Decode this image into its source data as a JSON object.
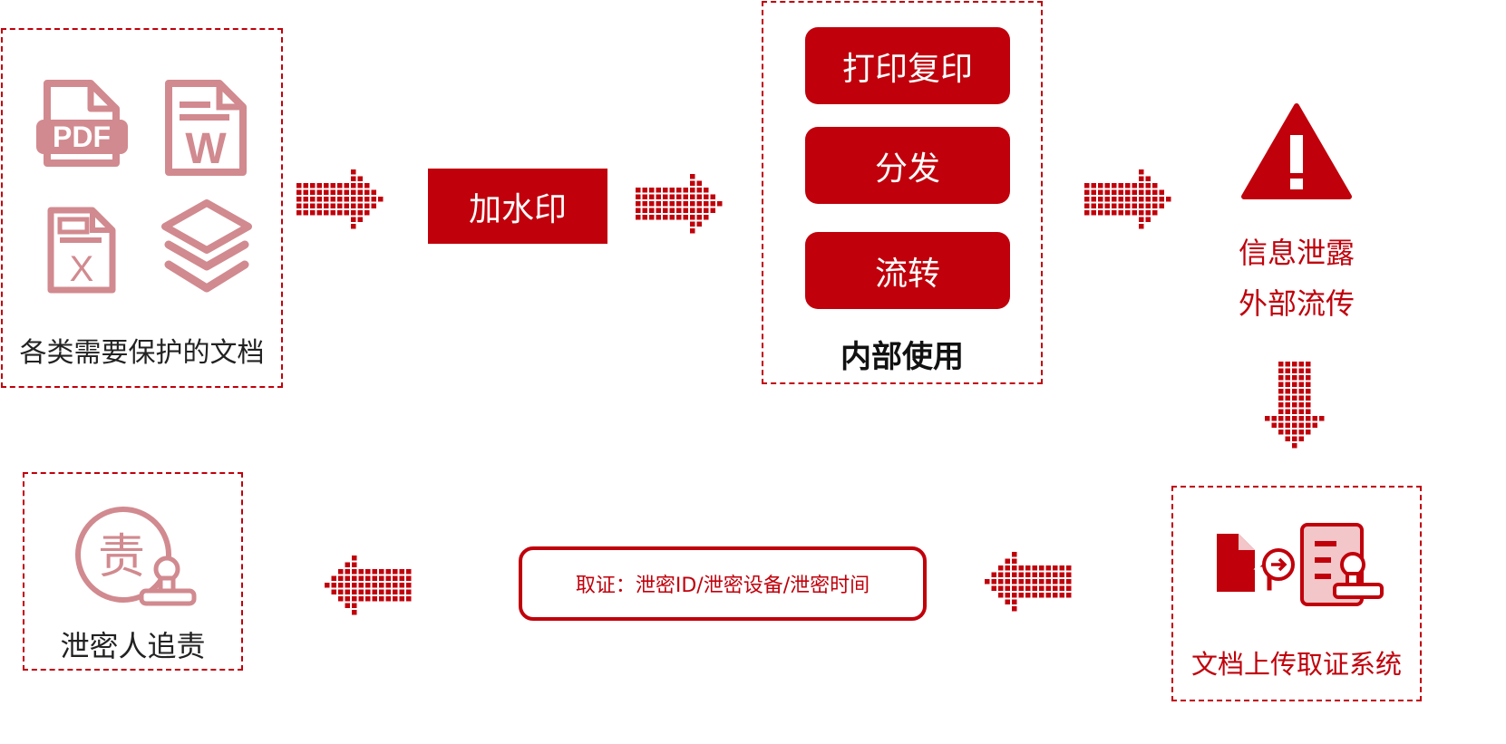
{
  "colors": {
    "accent": "#c0000b",
    "icon_pink": "#d18a8f",
    "text_dark": "#222222"
  },
  "docs_box": {
    "caption": "各类需要保护的文档",
    "icons": [
      {
        "name": "pdf-icon",
        "label": "PDF"
      },
      {
        "name": "word-icon",
        "label": "W"
      },
      {
        "name": "excel-icon",
        "label": "X"
      },
      {
        "name": "layers-icon"
      }
    ]
  },
  "watermark": {
    "label": "加水印"
  },
  "internal_use": {
    "items": [
      "打印复印",
      "分发",
      "流转"
    ],
    "caption": "内部使用"
  },
  "leak": {
    "line1": "信息泄露",
    "line2": "外部流传",
    "icon": "warning-icon"
  },
  "upload_system": {
    "caption": "文档上传取证系统"
  },
  "evidence": {
    "label": "取证：泄密ID/泄密设备/泄密时间"
  },
  "accountability": {
    "caption": "泄密人追责",
    "badge": "责"
  }
}
